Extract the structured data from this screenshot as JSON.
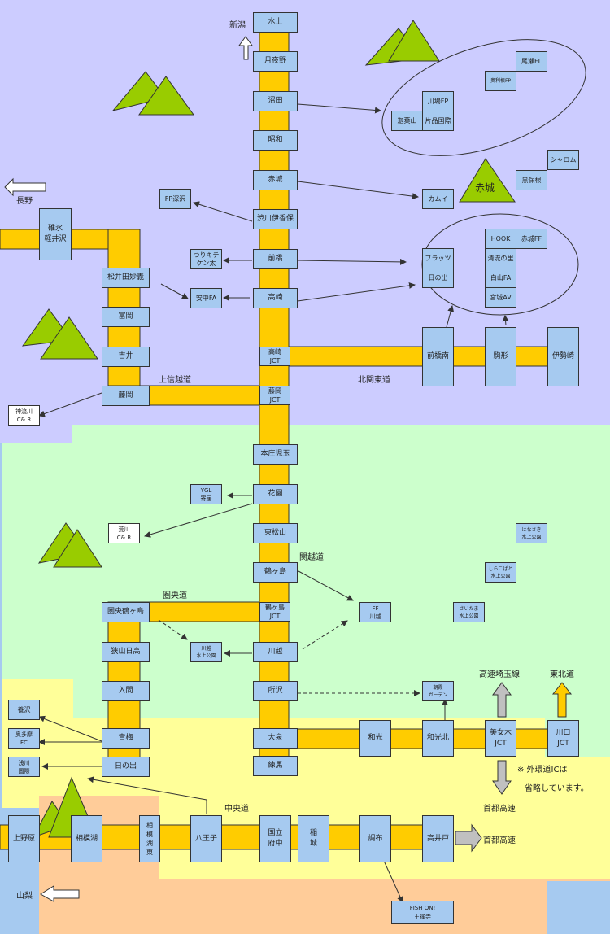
{
  "colors": {
    "region_gunma": "#ccccff",
    "region_saitama": "#ccffcc",
    "region_tokyo": "#ffff99",
    "region_yamanashi": "#ffcc99",
    "region_edge": "#a6caf0",
    "road": "#ffcc00",
    "box": "#a6caf0",
    "mountain": "#99cc00",
    "gray_arrow": "#c0c0c0"
  },
  "roads": {
    "kanetsu": "関越道",
    "joshinetsu": "上信越道",
    "kitakanto": "北関東道",
    "kenodo": "圏央道",
    "chuodo": "中央道",
    "saitama_line": "高速埼玉線",
    "tohoku": "東北道",
    "shuto_down": "首都高速",
    "shuto_right": "首都高速"
  },
  "destinations": {
    "niigata": "新潟",
    "nagano": "長野",
    "yamanashi": "山梨"
  },
  "note": {
    "line1": "※ 外環道ICは",
    "line2": "省略しています。"
  },
  "kanetsu_ics": [
    "水上",
    "月夜野",
    "沼田",
    "昭和",
    "赤城",
    "渋川伊香保",
    "前橋",
    "高崎",
    "高崎\nJCT",
    "藤岡\nJCT",
    "本庄児玉",
    "花園",
    "東松山",
    "鶴ヶ島",
    "鶴ヶ島\nJCT",
    "川越",
    "所沢",
    "大泉",
    "練馬"
  ],
  "joshinetsu_ics": [
    "碓氷\n軽井沢",
    "松井田妙義",
    "富岡",
    "吉井",
    "藤岡"
  ],
  "kitakanto_ics": [
    "前橋南",
    "駒形",
    "伊勢崎"
  ],
  "kenodo_ics": [
    "圏央鶴ヶ島",
    "狭山日高",
    "入間",
    "青梅",
    "日の出"
  ],
  "gaikan_ics": [
    "和光",
    "和光北",
    "美女木\nJCT",
    "川口\nJCT"
  ],
  "chuo_ics": [
    "上野原",
    "相模湖",
    "相\n模\n湖\n東",
    "八王子",
    "国立\n府中",
    "稲\n城",
    "調布",
    "高井戸"
  ],
  "areas": {
    "oze_fl": "尾瀬FL",
    "okutone_fp": "奥利根FP",
    "kawaba_fp": "川場FP",
    "sakoyama": "迦葉山",
    "katashina": "片品国際",
    "akagi_mountain": "赤城",
    "shalom": "シャロム",
    "kurohone": "黒保根",
    "kamui": "カムイ",
    "fp_fukazawa": "FP深沢",
    "tsurikichi": "つりキチ\nケン太",
    "annaka_fa": "安中FA",
    "hook": "HOOK",
    "akagi_ff": "赤城FF",
    "seiryu": "清流の里",
    "hakusan_fa": "白山FA",
    "miyagi_av": "宮城AV",
    "brats": "ブラッツ",
    "hinode_area": "日の出",
    "kanna_cr": "神流川\nC& R",
    "ygl": "YGL\n寄居",
    "arakawa_cr": "荒川\nC& R",
    "ff_kawagoe": "FF\n川越",
    "kawagoe_park": "川越\n水上公園",
    "hanasaki_park": "はなさき\n水上公園",
    "shirakobato_park": "しらこばと\n水上公園",
    "saitama_park": "さいたま\n水上公園",
    "asaka_garden": "朝霞\nガーデン",
    "ikusawa": "養沢",
    "okutama_fc": "奥多摩\nFC",
    "asakawa_kokusai": "浅川\n国際",
    "fish_on": "FISH ON!\n王禅寺"
  }
}
